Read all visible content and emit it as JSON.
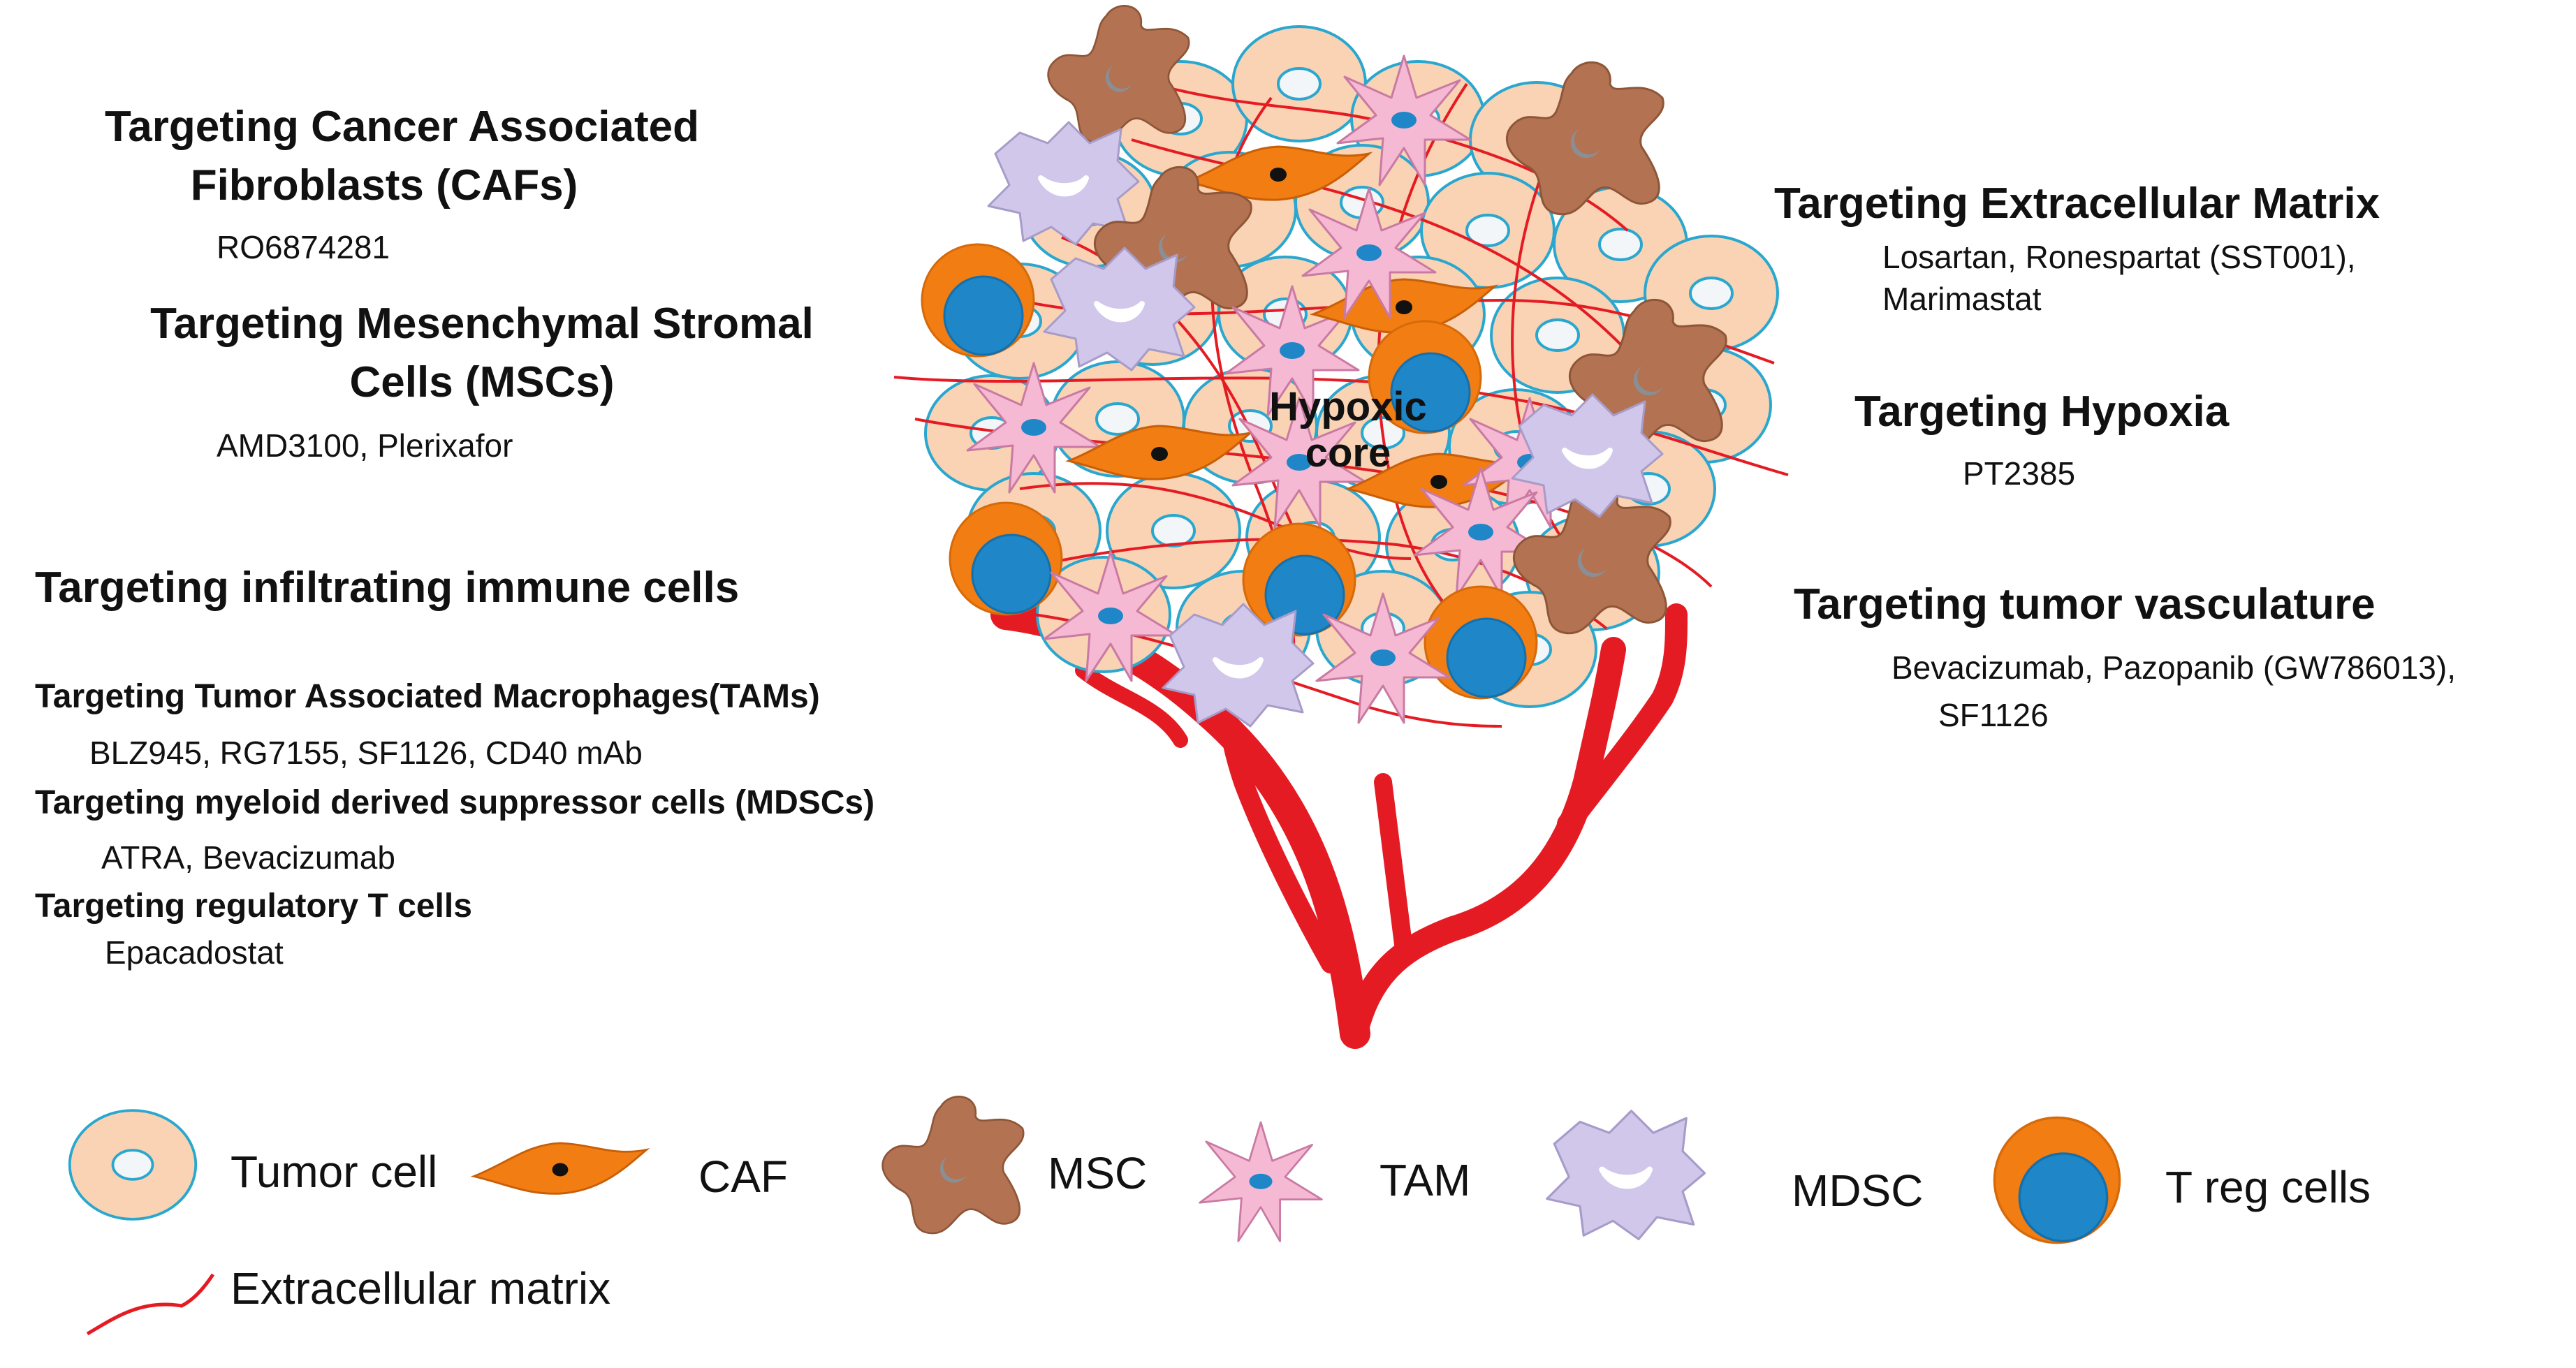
{
  "left": {
    "caf": {
      "title_line1": "Targeting Cancer Associated",
      "title_line2": "Fibroblasts (CAFs)",
      "drugs": "RO6874281"
    },
    "msc": {
      "title_line1": "Targeting Mesenchymal Stromal",
      "title_line2": "Cells (MSCs)",
      "drugs": "AMD3100,   Plerixafor"
    },
    "immune": {
      "title": "Targeting infiltrating immune cells",
      "tam": {
        "title": "Targeting Tumor Associated Macrophages(TAMs)",
        "drugs": "BLZ945, RG7155, SF1126, CD40 mAb"
      },
      "mdsc": {
        "title": "Targeting myeloid derived suppressor cells (MDSCs)",
        "drugs": "ATRA, Bevacizumab"
      },
      "treg": {
        "title": "Targeting regulatory T cells",
        "drugs": "Epacadostat"
      }
    }
  },
  "right": {
    "ecm": {
      "title": "Targeting Extracellular Matrix",
      "drugs_line1": "Losartan, Ronespartat (SST001),",
      "drugs_line2": "Marimastat"
    },
    "hypoxia": {
      "title": "Targeting Hypoxia",
      "drugs": "PT2385"
    },
    "vasculature": {
      "title": "Targeting tumor vasculature",
      "drugs_line1": "Bevacizumab, Pazopanib (GW786013),",
      "drugs_line2": "SF1126"
    }
  },
  "tumor": {
    "core_line1": "Hypoxic",
    "core_line2": "core"
  },
  "legend": {
    "tumor_cell": "Tumor cell",
    "caf": "CAF",
    "msc": "MSC",
    "tam": "TAM",
    "mdsc": "MDSC",
    "treg": "T reg cells",
    "ecm": "Extracellular matrix"
  },
  "colors": {
    "tumor_fill": "#f9d3b4",
    "tumor_stroke": "#2aa7cf",
    "caf_fill": "#f27d12",
    "msc_fill": "#b37353",
    "tam_fill": "#f6b9d4",
    "mdsc_fill": "#d0c7ea",
    "treg_outer": "#f27d12",
    "treg_inner": "#1f86c8",
    "vessel": "#e51b24",
    "ecm_line": "#e51b24"
  }
}
